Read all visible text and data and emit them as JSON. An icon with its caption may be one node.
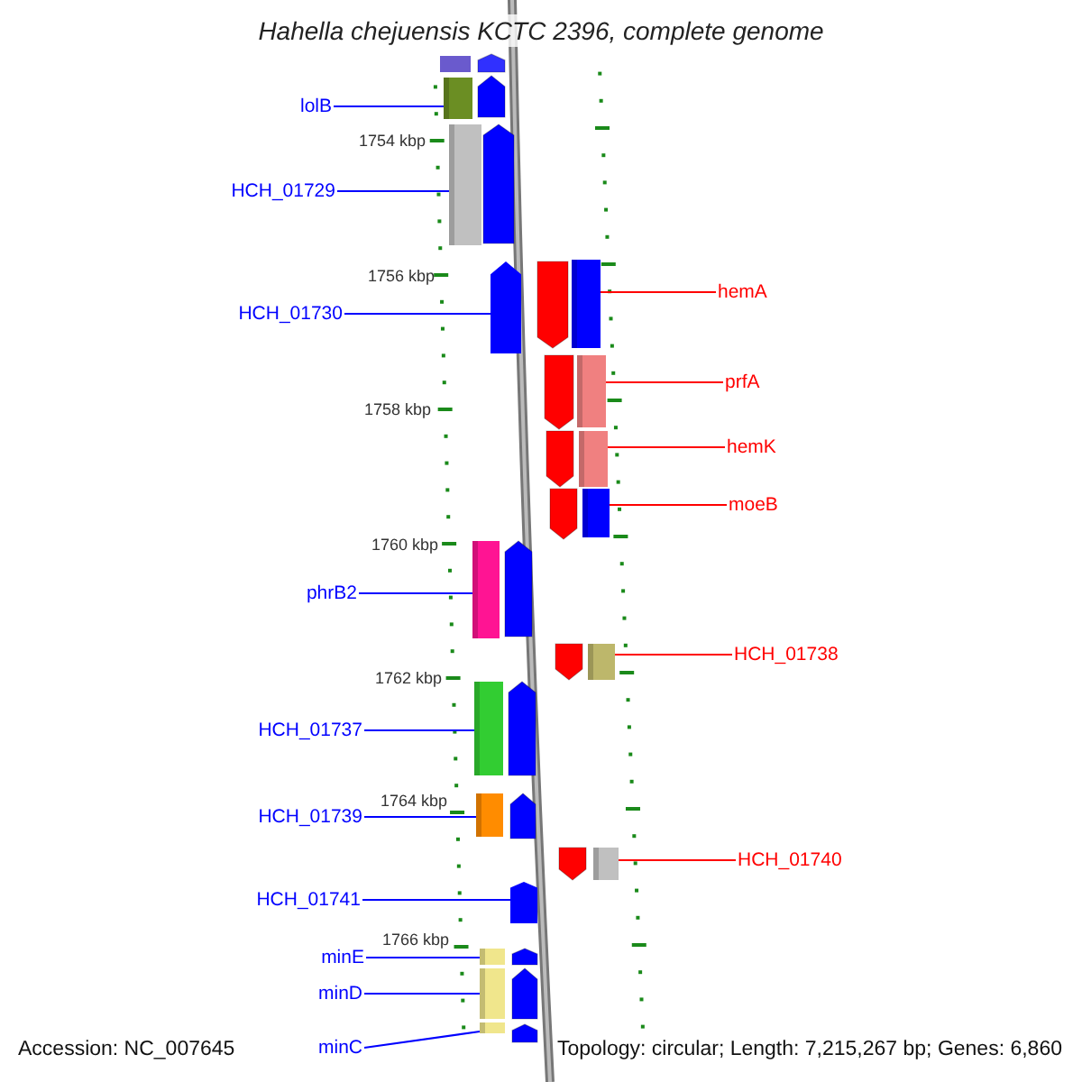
{
  "diagram": {
    "title": "Hahella chejuensis KCTC 2396, complete genome",
    "nodes": [
      {
        "text": [
          "lolB"
        ]
      },
      {
        "text": [],
        "shape": "bar"
      },
      {
        "text": [
          "HCH_01729"
        ]
      },
      {
        "text": [],
        "shape": "bar"
      },
      {
        "text": [
          "HCH_01730"
        ]
      },
      {
        "text": [],
        "shape": "arrow"
      },
      {
        "text": [
          "hemA"
        ]
      },
      {
        "text": [],
        "shape": "bar"
      },
      {
        "text": [
          "prfA"
        ]
      },
      {
        "text": [],
        "shape": "bar"
      },
      {
        "text": [
          "hemK"
        ]
      },
      {
        "text": [],
        "shape": "bar"
      },
      {
        "text": [
          "moeB"
        ]
      },
      {
        "text": [],
        "shape": "bar"
      },
      {
        "text": [
          "phrB2"
        ]
      },
      {
        "text": [],
        "shape": "bar"
      },
      {
        "text": [
          "HCH_01738"
        ]
      },
      {
        "text": [],
        "shape": "bar"
      },
      {
        "text": [
          "HCH_01737"
        ]
      },
      {
        "text": [],
        "shape": "bar"
      },
      {
        "text": [
          "HCH_01739"
        ]
      },
      {
        "text": [],
        "shape": "bar"
      },
      {
        "text": [
          "HCH_01740"
        ]
      },
      {
        "text": [],
        "shape": "bar"
      },
      {
        "text": [
          "HCH_01741"
        ]
      },
      {
        "text": [],
        "shape": "arrow"
      },
      {
        "text": [
          "minE"
        ]
      },
      {
        "text": [],
        "shape": "bar"
      },
      {
        "text": [
          "minD"
        ]
      },
      {
        "text": [],
        "shape": "bar"
      },
      {
        "text": [
          "minC"
        ]
      },
      {
        "text": [],
        "shape": "bar"
      }
    ],
    "edges": [
      {
        "from": 0,
        "to": 1,
        "arrow": "none"
      },
      {
        "from": 2,
        "to": 3,
        "arrow": "none"
      },
      {
        "from": 4,
        "to": 5,
        "arrow": "none"
      },
      {
        "from": 6,
        "to": 7,
        "arrow": "none",
        "color": "#ff0000"
      },
      {
        "from": 8,
        "to": 9,
        "arrow": "none",
        "color": "#ff0000"
      },
      {
        "from": 10,
        "to": 11,
        "arrow": "none",
        "color": "#ff0000"
      },
      {
        "from": 12,
        "to": 13,
        "arrow": "none",
        "color": "#ff0000"
      },
      {
        "from": 14,
        "to": 15,
        "arrow": "none"
      },
      {
        "from": 16,
        "to": 17,
        "arrow": "none",
        "color": "#ff0000"
      },
      {
        "from": 18,
        "to": 19,
        "arrow": "none"
      },
      {
        "from": 20,
        "to": 21,
        "arrow": "none"
      },
      {
        "from": 22,
        "to": 23,
        "arrow": "none",
        "color": "#ff0000"
      },
      {
        "from": 24,
        "to": 25,
        "arrow": "none"
      },
      {
        "from": 26,
        "to": 27,
        "arrow": "none"
      },
      {
        "from": 28,
        "to": 29,
        "arrow": "none"
      },
      {
        "from": 30,
        "to": 31,
        "arrow": "none"
      }
    ],
    "labels": [
      "1754 kbp",
      "1756 kbp",
      "1758 kbp",
      "1760 kbp",
      "1762 kbp",
      "1764 kbp",
      "1766 kbp",
      "Accession: NC_007645",
      "Topology: circular; Length: 7,215,267 bp; Genes: 6,860"
    ]
  }
}
